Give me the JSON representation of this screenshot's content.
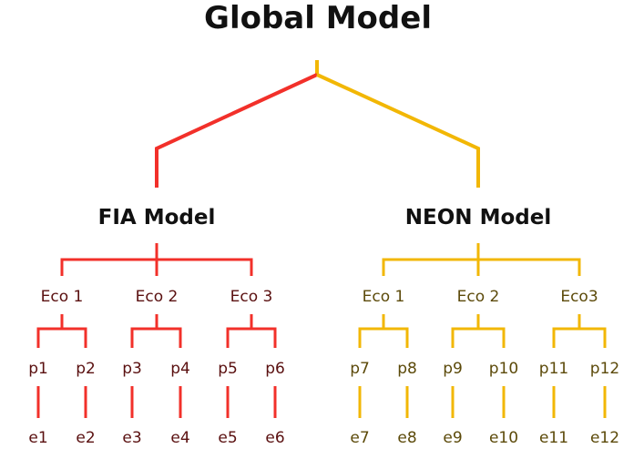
{
  "title": "Global Model",
  "colors": {
    "fia_line": "#f2302a",
    "fia_text": "#5a1010",
    "neon_line": "#f2b705",
    "neon_text": "#5c4a0a"
  },
  "models": [
    {
      "name": "FIA Model",
      "ecos": [
        {
          "name": "Eco 1",
          "plots": [
            {
              "p": "p1",
              "e": "e1"
            },
            {
              "p": "p2",
              "e": "e2"
            }
          ]
        },
        {
          "name": "Eco 2",
          "plots": [
            {
              "p": "p3",
              "e": "e3"
            },
            {
              "p": "p4",
              "e": "e4"
            }
          ]
        },
        {
          "name": "Eco 3",
          "plots": [
            {
              "p": "p5",
              "e": "e5"
            },
            {
              "p": "p6",
              "e": "e6"
            }
          ]
        }
      ]
    },
    {
      "name": "NEON Model",
      "ecos": [
        {
          "name": "Eco 1",
          "plots": [
            {
              "p": "p7",
              "e": "e7"
            },
            {
              "p": "p8",
              "e": "e8"
            }
          ]
        },
        {
          "name": "Eco 2",
          "plots": [
            {
              "p": "p9",
              "e": "e9"
            },
            {
              "p": "p10",
              "e": "e10"
            }
          ]
        },
        {
          "name": "Eco3",
          "plots": [
            {
              "p": "p11",
              "e": "e11"
            },
            {
              "p": "p12",
              "e": "e12"
            }
          ]
        }
      ]
    }
  ]
}
